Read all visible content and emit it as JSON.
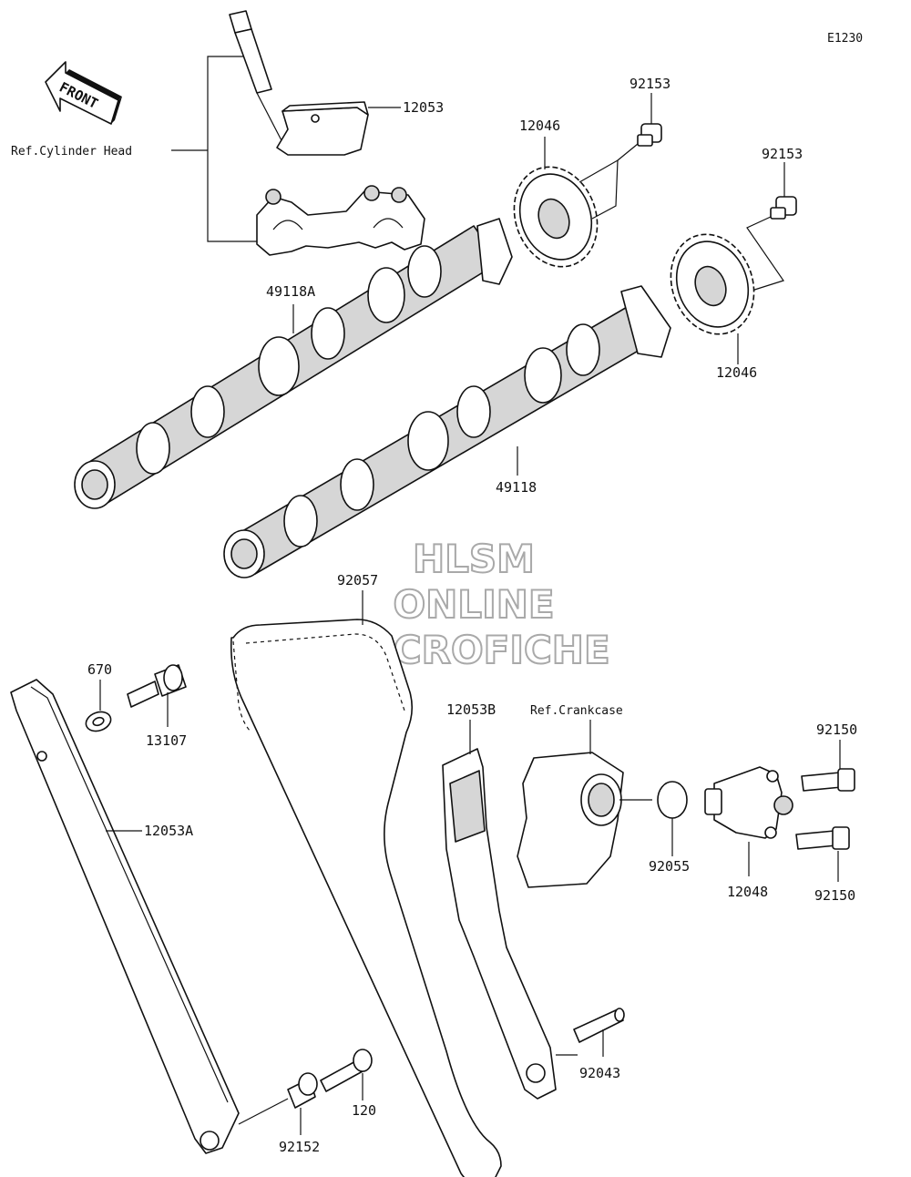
{
  "diagram_code": "E1230",
  "front_arrow": "FRONT",
  "refs": {
    "cylinder_head": "Ref.Cylinder Head",
    "crankcase": "Ref.Crankcase"
  },
  "watermark": [
    "HLSM",
    "ONLINE",
    "MICROFICHE"
  ],
  "parts": {
    "p12053": "12053",
    "p92153_a": "92153",
    "p12046_a": "12046",
    "p92153_b": "92153",
    "p49118A": "49118A",
    "p12046_b": "12046",
    "p49118": "49118",
    "p92057": "92057",
    "p670": "670",
    "p13107": "13107",
    "p12053B": "12053B",
    "p92150_a": "92150",
    "p12053A": "12053A",
    "p92055": "92055",
    "p12048": "12048",
    "p92150_b": "92150",
    "p92043": "92043",
    "p120": "120",
    "p92152": "92152"
  }
}
